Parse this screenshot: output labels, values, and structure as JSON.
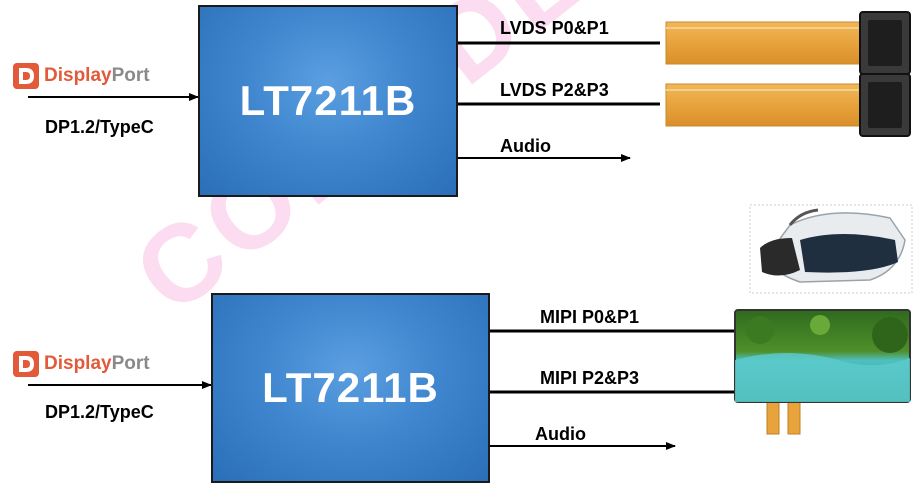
{
  "watermark": "CONFIDENTIAL",
  "colors": {
    "chip_fill": "#3f86cf",
    "chip_text": "#ffffff",
    "displayport_brand": "#e35a3a",
    "displayport_gray": "#8a8a8a",
    "flex_cable": "#e8a33c",
    "watermark": "#ee3caa"
  },
  "top": {
    "chip": "LT7211B",
    "input_logo": {
      "display": "Display",
      "port": "Port"
    },
    "input_label": "DP1.2/TypeC",
    "outputs": [
      "LVDS P0&P1",
      "LVDS P2&P3",
      "Audio"
    ]
  },
  "bottom": {
    "chip": "LT7211B",
    "input_logo": {
      "display": "Display",
      "port": "Port"
    },
    "input_label": "DP1.2/TypeC",
    "outputs": [
      "MIPI P0&P1",
      "MIPI P2&P3",
      "Audio"
    ]
  },
  "icons": [
    "displayport-logo-icon",
    "lvds-panel-icon",
    "vr-headset-icon",
    "mipi-panel-icon"
  ]
}
